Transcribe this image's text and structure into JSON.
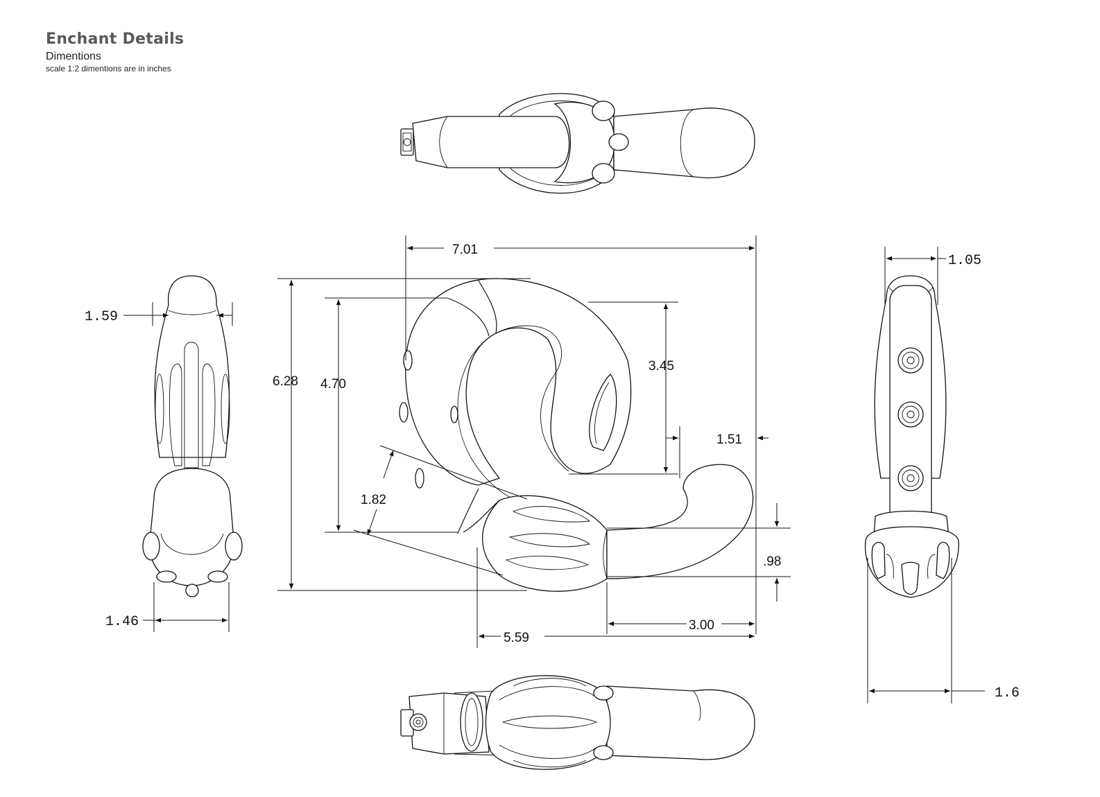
{
  "header": {
    "title": "Enchant Details",
    "subtitle": "Dimentions",
    "note": "scale 1:2 dimentions are in inches"
  },
  "dimensions": {
    "width_overall": "7.01",
    "height_overall": "6.28",
    "height_ring": "4.70",
    "inner_height": "3.45",
    "shaft_offset": "1.51",
    "handle_angle": "1.82",
    "shaft_thickness": ".98",
    "shaft_length": "3.00",
    "body_width": "5.59",
    "left_view_top_width": "1.59",
    "left_view_bottom_width": "1.46",
    "right_view_top_width": "1.05",
    "right_view_bottom_width": "1.6"
  }
}
